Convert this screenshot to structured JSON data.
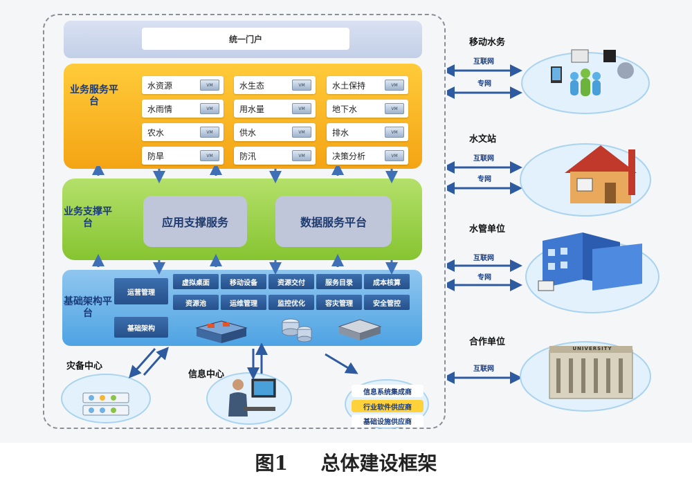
{
  "portal": {
    "label": "统一门户"
  },
  "business_platform": {
    "label": "业务服务平台",
    "vm_label": "VM",
    "services": [
      [
        "水资源",
        "水生态",
        "水土保持"
      ],
      [
        "水雨情",
        "用水量",
        "地下水"
      ],
      [
        "农水",
        "供水",
        "排水"
      ],
      [
        "防旱",
        "防汛",
        "决策分析"
      ]
    ]
  },
  "support_platform": {
    "label": "业务支撑平台",
    "app_support": "应用支撑服务",
    "data_service": "数据服务平台"
  },
  "infra_platform": {
    "label": "基础架构平台",
    "ops_mgmt": "运营管理",
    "base_arch": "基础架构",
    "row1": [
      "虚拟桌面",
      "移动设备",
      "资源交付",
      "服务目录",
      "成本核算"
    ],
    "row2": [
      "资源池",
      "运维管理",
      "监控优化",
      "容灾管理",
      "安全管控"
    ]
  },
  "bottom": {
    "backup_center": "灾备中心",
    "info_center": "信息中心",
    "vendors": [
      "信息系统集成商",
      "行业软件供应商",
      "基础设施供应商"
    ]
  },
  "right": {
    "nodes": [
      {
        "label": "移动水务",
        "links": [
          "互联网",
          "专网"
        ]
      },
      {
        "label": "水文站",
        "links": [
          "互联网",
          "专网"
        ]
      },
      {
        "label": "水管单位",
        "links": [
          "互联网",
          "专网"
        ]
      },
      {
        "label": "合作单位",
        "links": [
          "互联网"
        ]
      }
    ],
    "university_sign": "UNIVERSITY"
  },
  "caption": {
    "fig": "图1",
    "title": "总体建设框架"
  },
  "colors": {
    "business": "#f7b52a",
    "support": "#9fd24b",
    "infra": "#5aaae6",
    "portal": "#cdd8ee",
    "label_text": "#1a3b7a",
    "arrow": "#3f6fb5"
  }
}
